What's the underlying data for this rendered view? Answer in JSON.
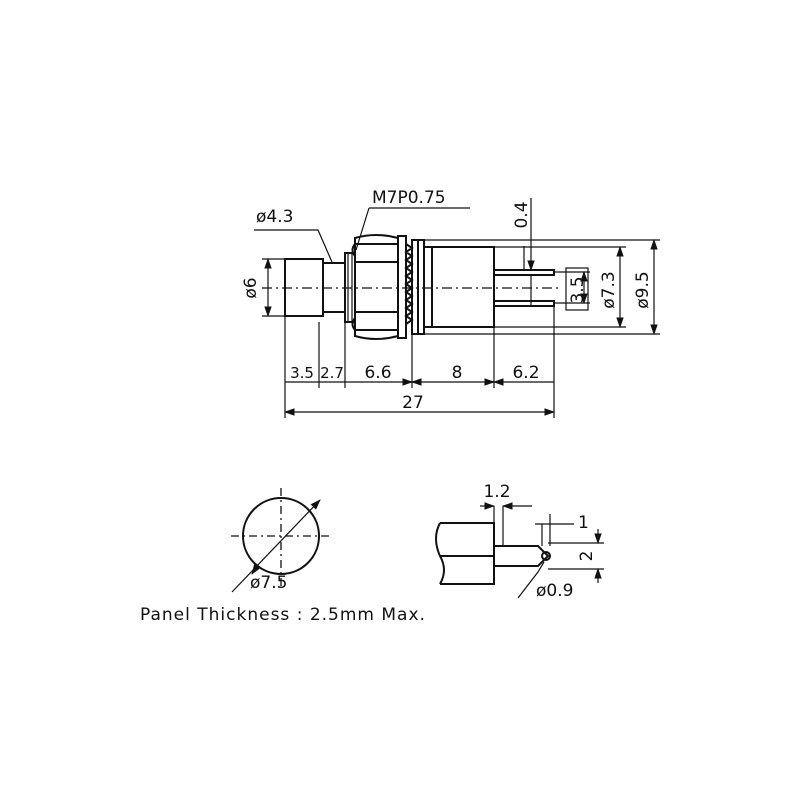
{
  "labels": {
    "cap_diameter": "ø4.3",
    "thread": "M7P0.75",
    "terminal_thickness": "0.4",
    "cap_outer": "ø6",
    "terminal_spacing": "3.5",
    "body_inner": "ø7.3",
    "body_outer": "ø9.5",
    "len_a": "3.5",
    "len_b": "2.7",
    "len_c": "6.6",
    "len_d": "8",
    "len_e": "6.2",
    "total_length": "27",
    "panel_hole": "ø7.5",
    "terminal_offset": "1.2",
    "terminal_tip": "1",
    "terminal_height": "2",
    "terminal_hole": "ø0.9"
  },
  "note": "Panel Thickness : 2.5mm Max.",
  "colors": {
    "ink": "#111111",
    "paper": "#ffffff"
  }
}
